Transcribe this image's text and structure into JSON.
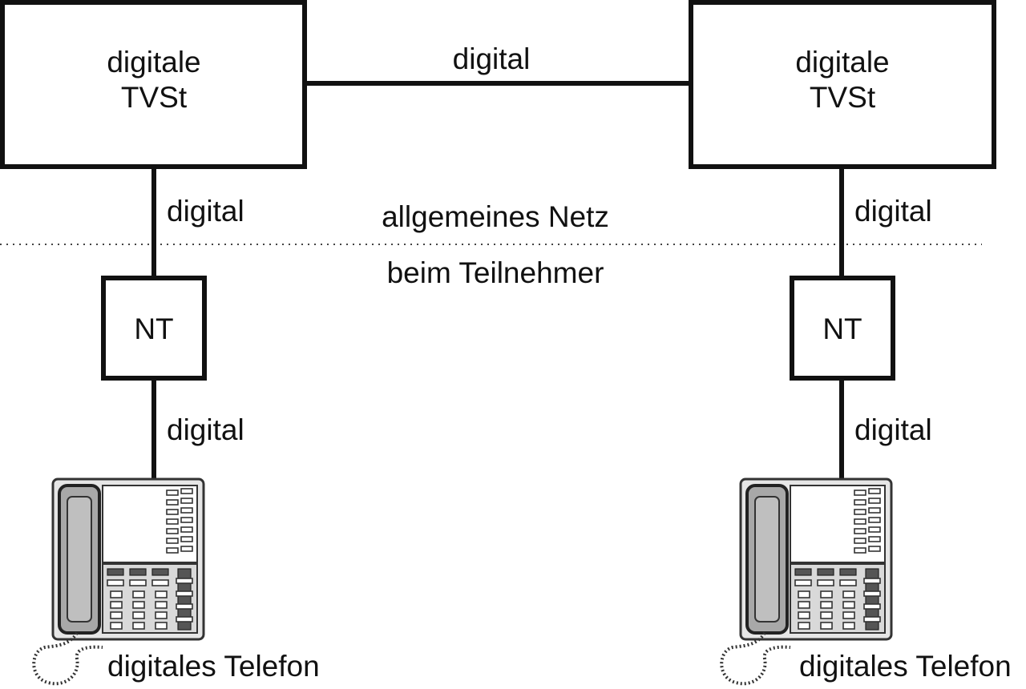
{
  "exchange_left": {
    "line1": "digitale",
    "line2": "TVSt"
  },
  "exchange_right": {
    "line1": "digitale",
    "line2": "TVSt"
  },
  "trunk_label": "digital",
  "left_upper_link_label": "digital",
  "right_upper_link_label": "digital",
  "left_lower_link_label": "digital",
  "right_lower_link_label": "digital",
  "zone_upper_label": "allgemeines Netz",
  "zone_lower_label": "beim Teilnehmer",
  "nt_left_label": "NT",
  "nt_right_label": "NT",
  "phone_left_label": "digitales Telefon",
  "phone_right_label": "digitales Telefon",
  "icons": [
    "digital-phone-icon",
    "digital-phone-icon"
  ]
}
